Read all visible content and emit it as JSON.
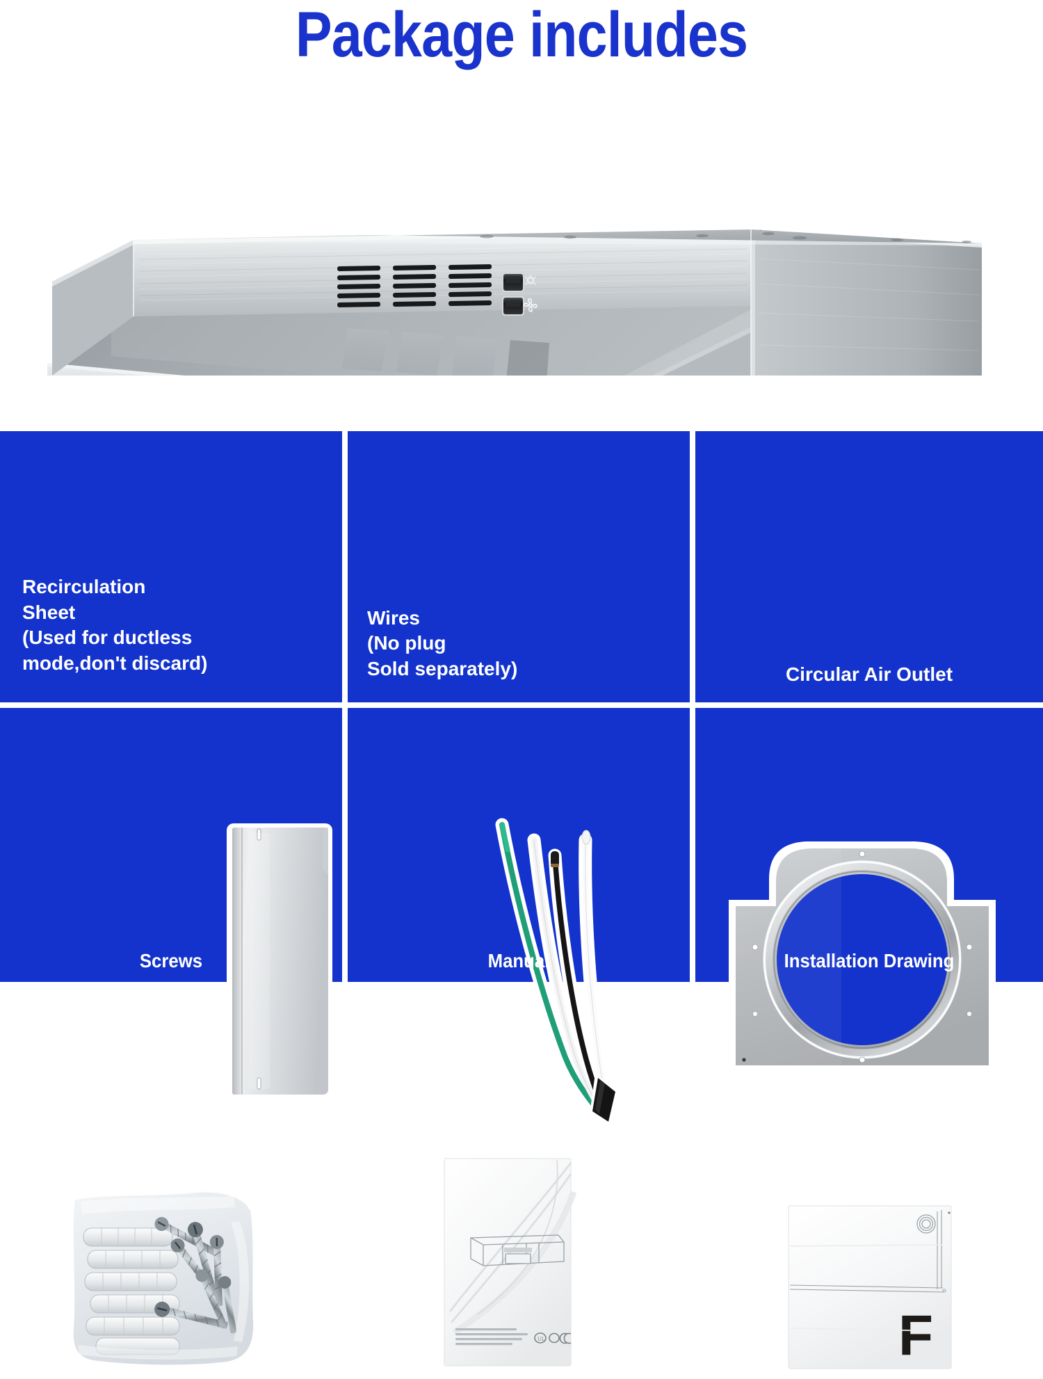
{
  "header": {
    "title": "Package includes",
    "title_color": "#1a33cc"
  },
  "theme": {
    "panel_blue": "#1333cc",
    "label_white": "#ffffff",
    "background": "#ffffff",
    "steel_light": "#e9ebec",
    "steel_mid": "#b9bdc0",
    "steel_dark": "#8d9296"
  },
  "hero": {
    "name": "stainless-steel-under-cabinet-range-hood",
    "controls": {
      "switch_light_icon": "light-bulb-icon",
      "switch_fan_icon": "fan-icon",
      "vent_groups": 3,
      "vent_slots_per_group": 5
    }
  },
  "panels": [
    {
      "id": "recirculation-sheet",
      "label": "Recirculation\nSheet\n(Used for ductless\nmode,don't discard)",
      "art": "metal-sheet"
    },
    {
      "id": "wires",
      "label": "Wires\n(No plug\nSold separately)",
      "art": "wire-bundle",
      "wire_colors": [
        "#1f9e78",
        "#151515",
        "#f2f2f2"
      ]
    },
    {
      "id": "circular-air-outlet",
      "label": "Circular Air Outlet",
      "art": "circular-duct-plate"
    },
    {
      "id": "screws",
      "label": "Screws",
      "art": "hardware-bag"
    },
    {
      "id": "manual",
      "label": "Manual",
      "art": "instruction-booklet"
    },
    {
      "id": "installation-drawing",
      "label": "Installation Drawing",
      "art": "template-sheet",
      "marking": "F"
    }
  ]
}
